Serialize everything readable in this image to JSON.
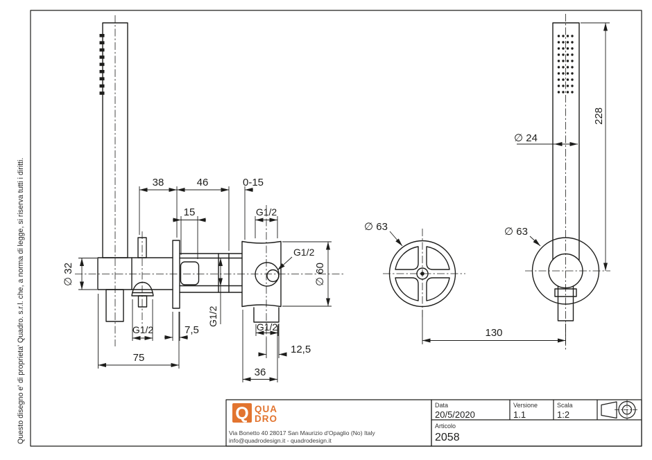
{
  "colors": {
    "ink": "#1d1d1b",
    "accent": "#e2742f"
  },
  "side_note": "Questo disegno e' di proprieta' Quadro. s.r.l. che, a norma di legge, si riserva tutti i diritti.",
  "drawing": {
    "dim_38": "38",
    "dim_46": "46",
    "dim_0_15": "0-15",
    "dim_15": "15",
    "thread_mixer_top": "G1/2",
    "thread_mixer_inlet": "G1/2",
    "dia_mixer": "∅ 60",
    "dia_holder_grip": "∅ 32",
    "thread_pipe": "G1/2",
    "thread_aerator": "G1/2",
    "dim_7_5": "7,5",
    "dim_75": "75",
    "thread_mixer_bottom": "G1/2",
    "dim_12_5": "12,5",
    "dim_36": "36",
    "dim_228": "228",
    "dia_handshower": "∅ 24",
    "dia_wheel": "∅ 63",
    "dia_holder_front": "∅ 63",
    "dim_130": "130"
  },
  "title_block": {
    "logo_q": "Q",
    "logo_line1": "QUA",
    "logo_line2": "DRO",
    "address_line1": "Via Bonetto 40  28017 San Maurizio d'Opaglio (No) Italy",
    "address_line2": "info@quadrodesign.it  -  quadrodesign.it",
    "data_label": "Data",
    "data_value": "20/5/2020",
    "versione_label": "Versione",
    "versione_value": "1.1",
    "scala_label": "Scala",
    "scala_value": "1:2",
    "articolo_label": "Articolo",
    "articolo_value": "2058"
  }
}
